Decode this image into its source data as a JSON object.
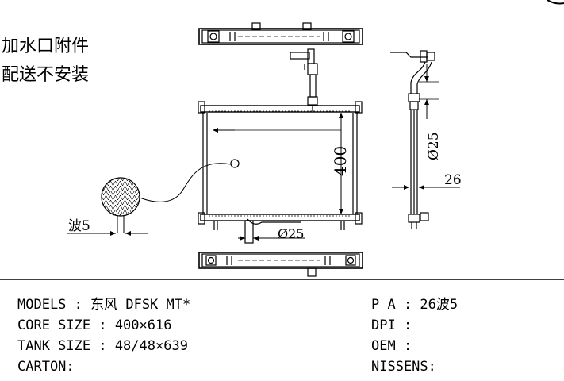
{
  "note": {
    "line1": "加水口附件",
    "line2": "配送不安装"
  },
  "dimensions": {
    "height": "400",
    "neck_diameter_bottom": "Ø25",
    "neck_diameter_side": "Ø25",
    "depth": "26",
    "fin_wave": "波5"
  },
  "specs_left": {
    "models": "MODELS : 东风 DFSK MT*",
    "core_size": "CORE SIZE : 400×616",
    "tank_size": "TANK SIZE : 48/48×639",
    "carton": "CARTON:"
  },
  "specs_right": {
    "pa": "P A : 26波5",
    "dpi": "DPI :",
    "oem": "OEM :",
    "nissens": "NISSENS:"
  }
}
